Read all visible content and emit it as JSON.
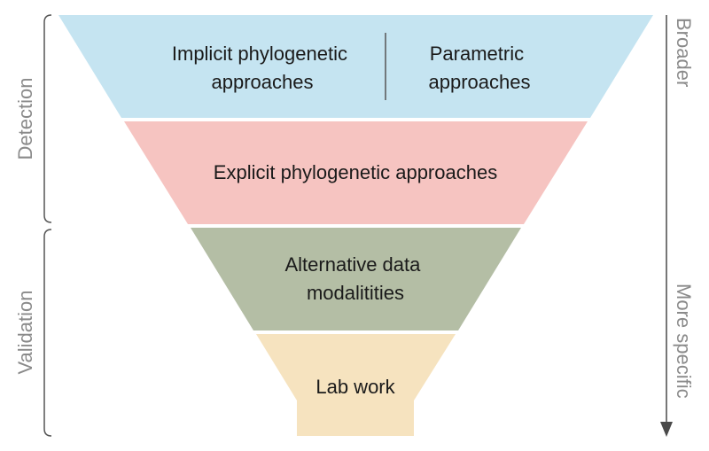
{
  "funnel": {
    "levels": [
      {
        "name": "level-1",
        "color": "#c5e4f1",
        "sections": [
          {
            "lines": [
              "Implicit phylogenetic",
              "approaches"
            ]
          },
          {
            "lines": [
              "Parametric",
              "approaches"
            ]
          }
        ]
      },
      {
        "name": "level-2",
        "color": "#f6c4c1",
        "sections": [
          {
            "lines": [
              "Explicit phylogenetic approaches"
            ]
          }
        ]
      },
      {
        "name": "level-3",
        "color": "#b4bea5",
        "sections": [
          {
            "lines": [
              "Alternative data",
              "modalitities"
            ]
          }
        ]
      },
      {
        "name": "level-4",
        "color": "#f6e3bf",
        "sections": [
          {
            "lines": [
              "Lab work"
            ]
          }
        ]
      }
    ]
  },
  "left_brackets": {
    "detection": "Detection",
    "validation": "Validation"
  },
  "right_axis": {
    "top_label": "Broader",
    "bottom_label": "More specific"
  },
  "colors": {
    "bracket": "#555555",
    "arrow": "#4a4a4a",
    "divider": "#555555",
    "side_text": "#8a8a8a"
  }
}
